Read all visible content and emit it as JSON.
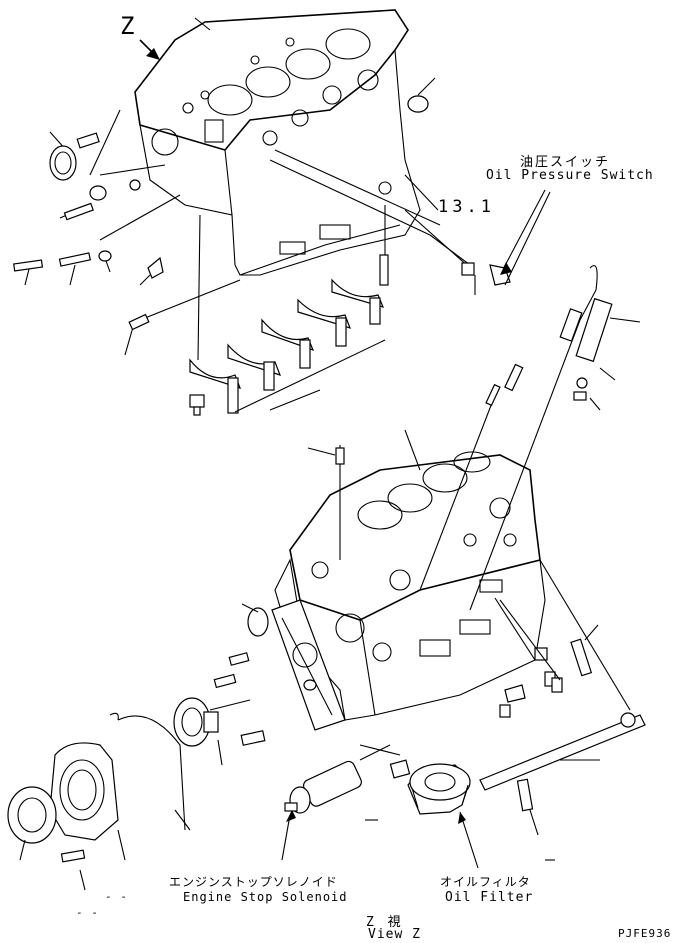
{
  "labels": {
    "view_letter": "Z",
    "oil_pressure_switch_jp": "油圧スイッチ",
    "oil_pressure_switch_en": "Oil Pressure Switch",
    "ref_13_1": "13.1",
    "engine_stop_solenoid_jp": "エンジンストップソレノイド",
    "engine_stop_solenoid_en": "Engine Stop Solenoid",
    "oil_filter_jp": "オイルフィルタ",
    "oil_filter_en": "Oil Filter",
    "view_z_jp": "Z 視",
    "view_z_en": "View Z",
    "drawing_code": "PJFE936"
  }
}
